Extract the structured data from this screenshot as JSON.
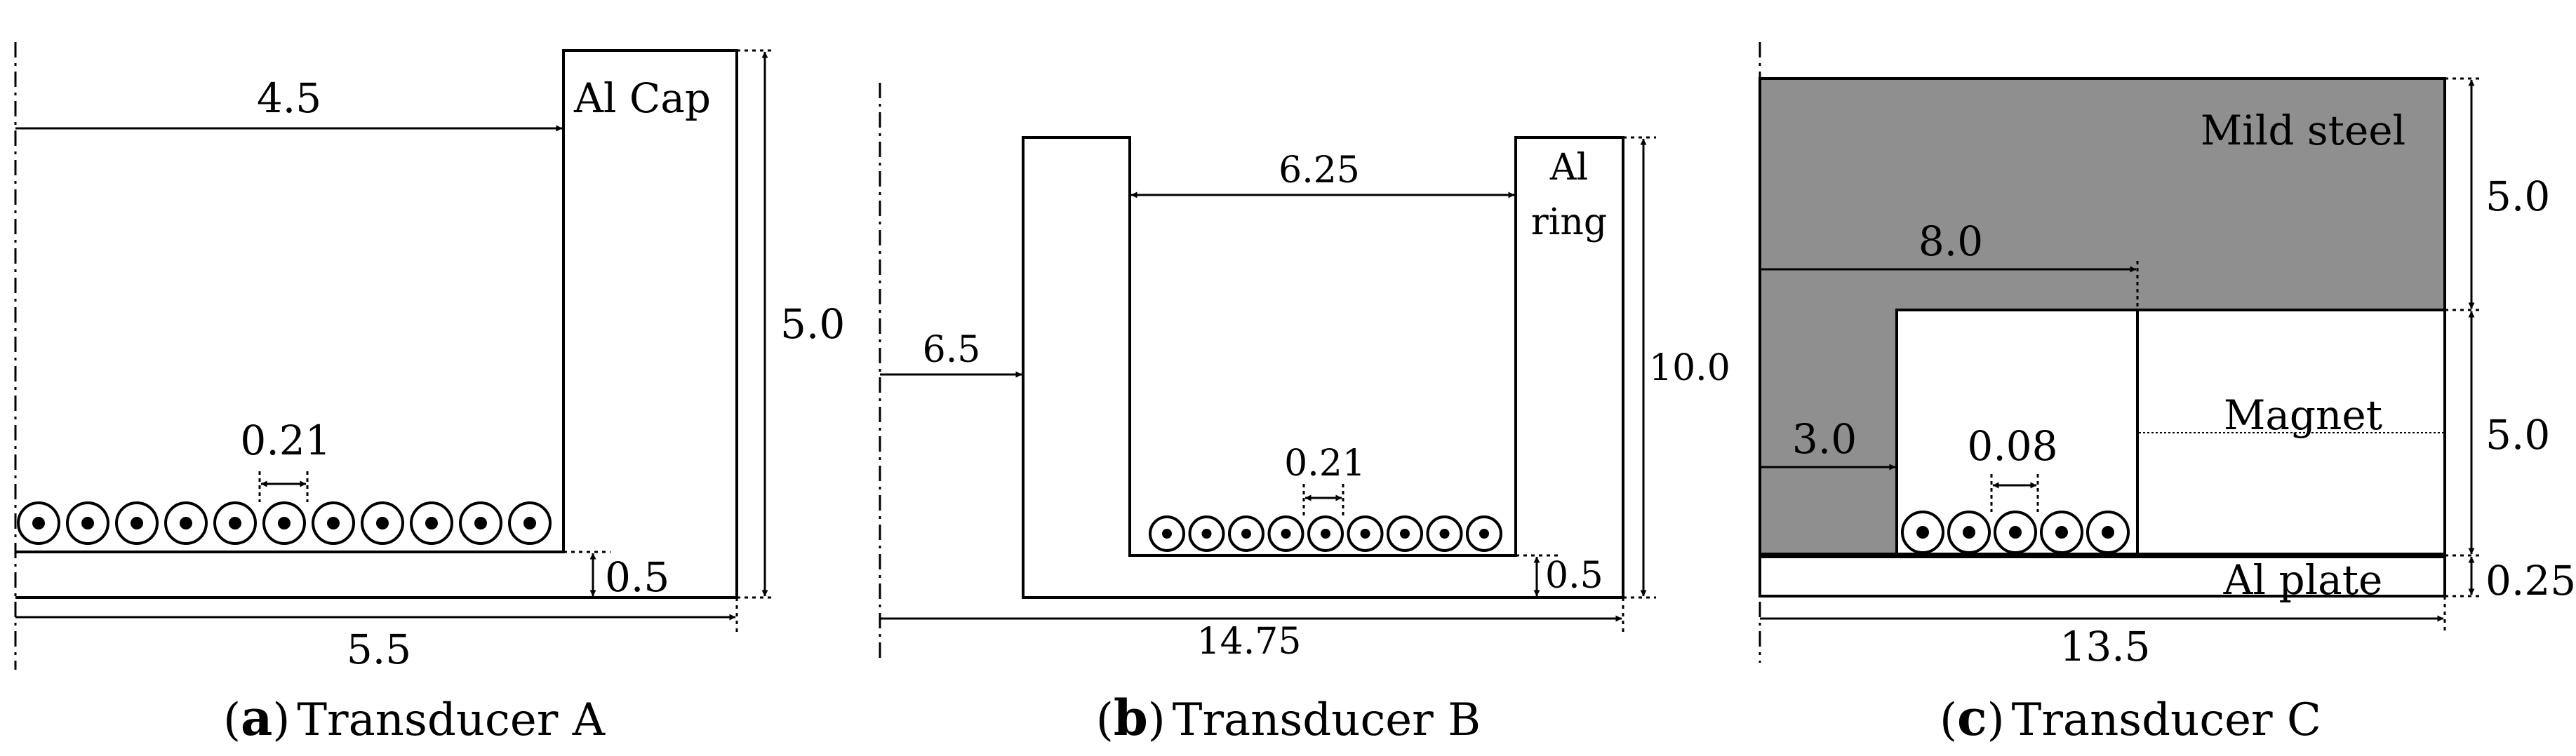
{
  "panels": {
    "a": {
      "caption_letter": "a",
      "caption_text": "Transducer A",
      "label_cap": "Al Cap",
      "dim_inner_radius": "4.5",
      "dim_height": "5.0",
      "dim_pitch": "0.21",
      "dim_base": "0.5",
      "dim_outer_radius": "5.5"
    },
    "b": {
      "caption_letter": "b",
      "caption_text": "Transducer B",
      "label_ring_1": "Al",
      "label_ring_2": "ring",
      "dim_gap": "6.25",
      "dim_inner_radius": "6.5",
      "dim_height": "10.0",
      "dim_pitch": "0.21",
      "dim_base": "0.5",
      "dim_outer_radius": "14.75"
    },
    "c": {
      "caption_letter": "c",
      "caption_text": "Transducer C",
      "label_steel": "Mild steel",
      "label_magnet": "Magnet",
      "label_plate": "Al plate",
      "dim_steel_height": "5.0",
      "dim_magnet_height": "5.0",
      "dim_steel_radius": "8.0",
      "dim_coil_radius": "3.0",
      "dim_pitch": "0.08",
      "dim_plate": "0.25",
      "dim_outer_radius": "13.5"
    }
  },
  "colors": {
    "steel": "#8f8f8f",
    "line": "#000000",
    "background": "#ffffff"
  }
}
